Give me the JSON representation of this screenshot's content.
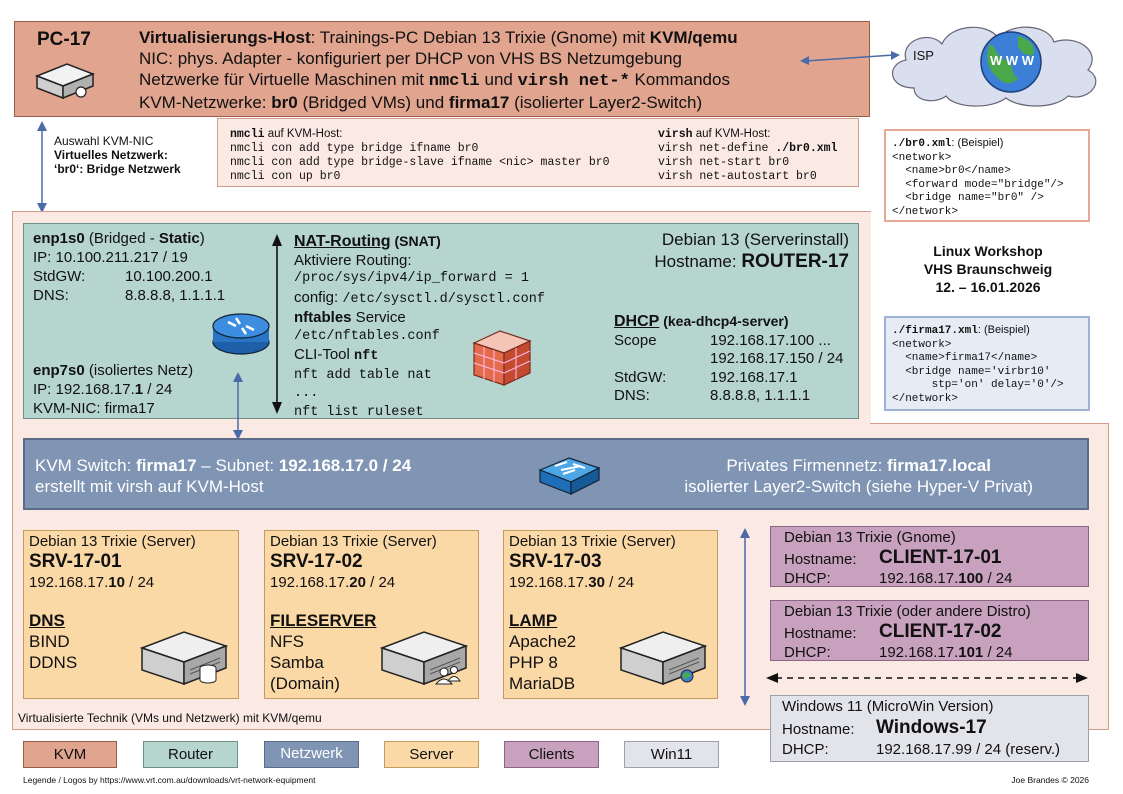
{
  "pc": {
    "name": "PC-17",
    "line1": [
      "Virtualisierungs-Host",
      ": Trainings-PC Debian 13 Trixie (Gnome) mit ",
      "KVM/qemu"
    ],
    "line2": "NIC:  phys. Adapter - konfiguriert per DHCP von VHS BS Netzumgebung",
    "line3": [
      "Netzwerke für Virtuelle Maschinen mit ",
      "nmcli",
      " und ",
      "virsh net-*",
      " Kommandos"
    ],
    "line4": [
      "KVM-Netzwerke: ",
      "br0",
      " (Bridged VMs) und ",
      "firma17",
      " (isolierter Layer2-Switch)"
    ]
  },
  "isp": {
    "label": "ISP",
    "www": "W W W"
  },
  "kvm_nic": {
    "line1": "Auswahl KVM-NIC",
    "line2": "Virtuelles Netzwerk:",
    "line3": "‘br0‘: Bridge Netzwerk"
  },
  "nmcli": {
    "title": [
      "nmcli",
      " auf KVM-Host:"
    ],
    "lines": [
      "nmcli con add type bridge ifname br0",
      "nmcli con add type bridge-slave ifname <nic> master br0",
      "nmcli con up br0"
    ]
  },
  "virsh": {
    "title": [
      "virsh",
      " auf KVM-Host:"
    ],
    "lines": [
      "virsh net-define ./br0.xml",
      "virsh net-start br0",
      "virsh net-autostart br0"
    ],
    "define_prefix": "virsh net-define ",
    "define_file": "./br0.xml"
  },
  "br0_xml": {
    "title": [
      "./br0.xml",
      ": (Beispiel)"
    ],
    "lines": [
      "<network>",
      "  <name>br0</name>",
      "  <forward mode=\"bridge\"/>",
      "  <bridge name=\"br0\" />",
      "</network>"
    ]
  },
  "workshop": {
    "line1": "Linux Workshop",
    "line2": "VHS Braunschweig",
    "line3": "12. – 16.01.2026"
  },
  "firma17_xml": {
    "title": [
      "./firma17.xml",
      ": (Beispiel)"
    ],
    "lines": [
      "<network>",
      "  <name>firma17</name>",
      "  <bridge name='virbr10'",
      "      stp='on' delay='0'/>",
      "</network>"
    ]
  },
  "router": {
    "enp1s0": {
      "name": "enp1s0",
      "mode": " (Bridged - ",
      "mode_b": "Static",
      "close": ")",
      "ip_label": "IP:",
      "ip": "10.100.211.217 / 19",
      "gw_label": "StdGW:",
      "gw": "10.100.200.1",
      "dns_label": "DNS:",
      "dns": "8.8.8.8, 1.1.1.1"
    },
    "enp7s0": {
      "name": "enp7s0",
      "mode": " (isoliertes Netz)",
      "ip_label": "IP: ",
      "ip_a": "192.168.17.",
      "ip_b": "1",
      "ip_c": " / 24",
      "nic": "KVM-NIC: firma17"
    },
    "nat": {
      "title": "NAT-Routing",
      "title2": " (SNAT)",
      "l1": "Aktiviere Routing:",
      "l2": "/proc/sys/ipv4/ip_forward = 1",
      "l3_a": "config: ",
      "l3_b": "/etc/sysctl.d/sysctl.conf",
      "l4_a": "nftables",
      "l4_b": " Service",
      "l5": "/etc/nftables.conf",
      "l6_a": "CLI-Tool ",
      "l6_b": "nft",
      "l7": "nft add table nat",
      "l8": "...",
      "l9": "nft list ruleset"
    },
    "os": "Debian 13 (Serverinstall)",
    "hostname_label": "Hostname: ",
    "hostname": "ROUTER-17",
    "dhcp": {
      "title": "DHCP",
      "title2": " (kea-dhcp4-server)",
      "scope_label": "Scope",
      "scope1": "192.168.17.100 ...",
      "scope2": "192.168.17.150 / 24",
      "gw_label": "StdGW:",
      "gw": "192.168.17.1",
      "dns_label": "DNS:",
      "dns": "8.8.8.8, 1.1.1.1"
    }
  },
  "switch": {
    "l1_a": "KVM Switch: ",
    "l1_b": "firma17",
    "l1_c": " – Subnet: ",
    "l1_d": "192.168.17.0 / 24",
    "l2": "erstellt mit virsh auf KVM-Host",
    "r1_a": "Privates Firmennetz: ",
    "r1_b": "firma17.local",
    "r2": "isolierter Layer2-Switch (siehe Hyper-V Privat)"
  },
  "servers": [
    {
      "os": "Debian 13 Trixie (Server)",
      "name": "SRV-17-01",
      "ip_a": "192.168.17.",
      "ip_b": "10",
      "ip_c": " / 24",
      "role": "DNS",
      "svc": [
        "BIND",
        "DDNS"
      ]
    },
    {
      "os": "Debian 13 Trixie (Server)",
      "name": "SRV-17-02",
      "ip_a": "192.168.17.",
      "ip_b": "20",
      "ip_c": " / 24",
      "role": "FILESERVER",
      "svc": [
        "NFS",
        "Samba",
        "(Domain)"
      ]
    },
    {
      "os": "Debian 13 Trixie (Server)",
      "name": "SRV-17-03",
      "ip_a": "192.168.17.",
      "ip_b": "30",
      "ip_c": " / 24",
      "role": "LAMP",
      "svc": [
        "Apache2",
        "PHP 8",
        "MariaDB"
      ]
    }
  ],
  "clients": [
    {
      "os": "Debian 13 Trixie (Gnome)",
      "host_label": "Hostname:",
      "name": "CLIENT-17-01",
      "dhcp_label": "DHCP:",
      "ip_a": "192.168.17.",
      "ip_b": "100",
      "ip_c": " / 24"
    },
    {
      "os": "Debian 13 Trixie (oder andere Distro)",
      "host_label": "Hostname:",
      "name": "CLIENT-17-02",
      "dhcp_label": "DHCP:",
      "ip_a": "192.168.17.",
      "ip_b": "101",
      "ip_c": " / 24"
    }
  ],
  "win": {
    "os": "Windows 11 (MicroWin Version)",
    "host_label": "Hostname:",
    "name": "Windows-17",
    "dhcp_label": "DHCP:",
    "ip": "192.168.17.99 / 24 (reserv.)"
  },
  "virt_caption": "Virtualisierte Technik (VMs und Netzwerk) mit KVM/qemu",
  "legend": [
    "KVM",
    "Router",
    "Netzwerk",
    "Server",
    "Clients",
    "Win11"
  ],
  "footer_left": "Legende / Logos by https://www.vrt.com.au/downloads/vrt-network-equipment",
  "footer_right": "Joe Brandes © 2026",
  "colors": {
    "kvm": "#e0a48f",
    "router": "#b6d5cf",
    "netz": "#8094b4",
    "server": "#fbd9a7",
    "clients": "#c7a1bd",
    "win": "#e3e4ea"
  }
}
